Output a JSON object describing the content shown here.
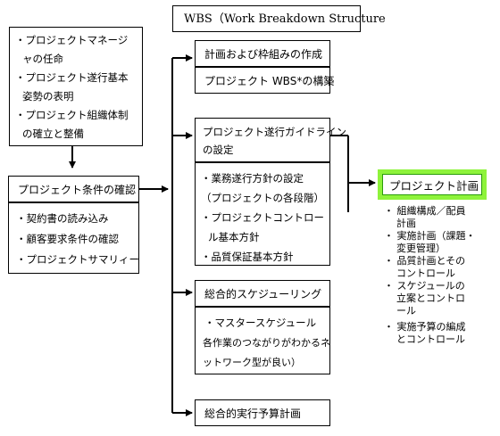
{
  "wbs_title": "WBS（Work Breakdown Structure",
  "left_top_lines": [
    "・プロジェクトマネージ",
    "ャの任命",
    "・プロジェクト遂行基本",
    "姿勢の表明",
    "・プロジェクト組織体制",
    "の確立と整備"
  ],
  "conditions_title": "プロジェクト条件の確認",
  "conditions_items": [
    "・契約書の読み込み",
    "・顧客要求条件の確認",
    "・プロジェクトサマリィー"
  ],
  "planning_frame": "計画および枠組みの作成",
  "wbs_build": "プロジェクト WBS*の構築",
  "guideline_title_lines": [
    "プロジェクト遂行ガイドライン",
    "の設定"
  ],
  "guideline_items": [
    "・業務遂行方針の設定",
    "（プロジェクトの各段階）",
    "・プロジェクトコントロー",
    "ル基本方針",
    "・品質保証基本方針"
  ],
  "schedule_title": "総合的スケジューリング",
  "schedule_items": [
    "・マスタースケジュール",
    "各作業のつながりがわかるネ",
    "ットワーク型が良い）"
  ],
  "budget_title": "総合的実行予算計画",
  "project_plan": "プロジェクト計画",
  "plan_items": [
    "・ 組織構成／配員",
    "計画",
    "・ 実施計画（課題・",
    "変更管理）",
    "・ 品質計画とその",
    "コントロール",
    "・ スケジュールの",
    "立案とコントロ",
    "ール",
    "・ 実施予算の編成",
    "とコントロール"
  ],
  "colors": {
    "highlight_border": "#8ef33b",
    "highlight_inner": "#2a9c0a",
    "line": "#000000"
  }
}
